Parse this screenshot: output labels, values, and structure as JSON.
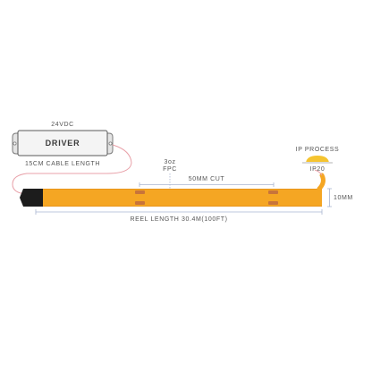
{
  "driver": {
    "voltage": "24VDC",
    "label": "DRIVER",
    "cable_length": "15CM CABLE LENGTH"
  },
  "strip": {
    "copper": "3oz",
    "pcb": "FPC",
    "cut_interval": "50MM CUT",
    "width": "10MM",
    "reel_length": "REEL LENGTH 30.4M(100FT)"
  },
  "ip": {
    "heading": "IP PROCESS",
    "rating": "IP20"
  },
  "colors": {
    "strip": "#f5a623",
    "cut_pad": "#c8743a",
    "wire": "#e8a0a8",
    "dimension_line": "#a8b4d0"
  }
}
